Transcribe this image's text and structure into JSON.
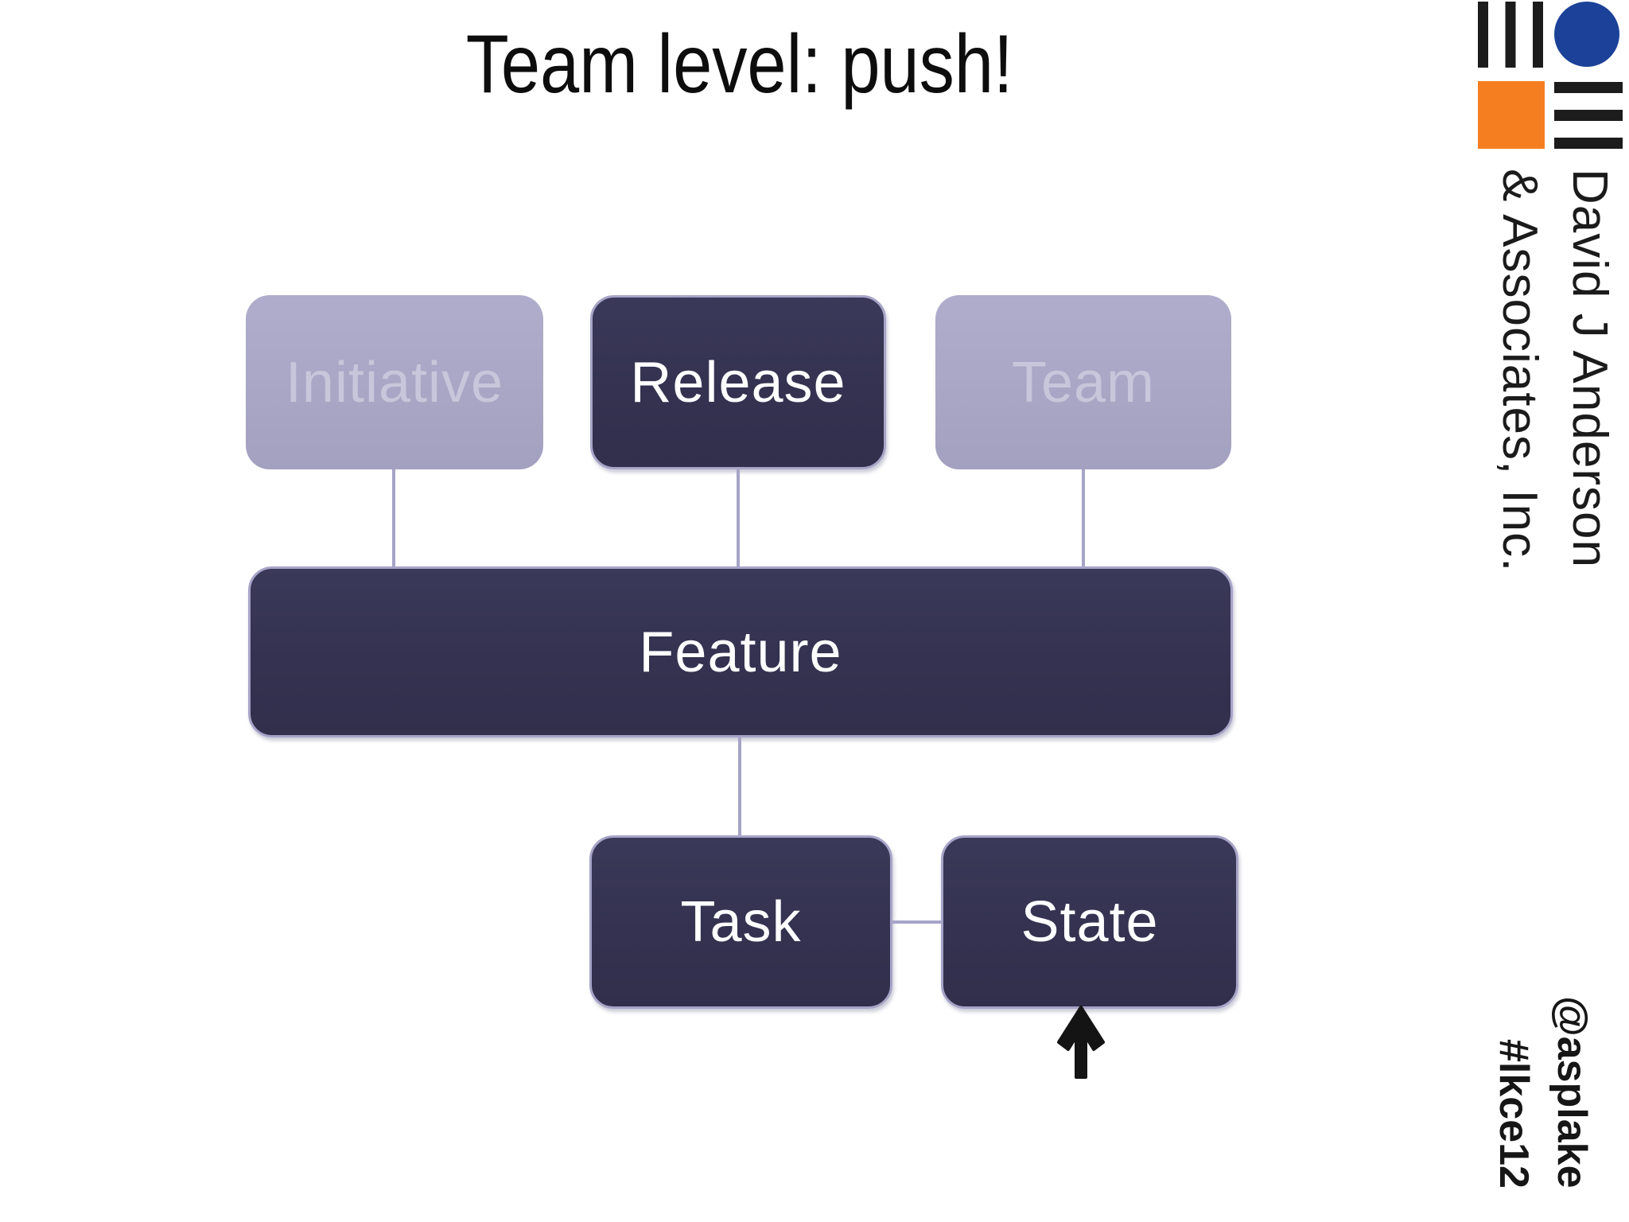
{
  "slide": {
    "title": "Team level: push!",
    "background_color": "#ffffff"
  },
  "diagram": {
    "nodes": [
      {
        "id": "initiative",
        "label": "Initiative",
        "emphasis": "muted"
      },
      {
        "id": "release",
        "label": "Release",
        "emphasis": "highlighted"
      },
      {
        "id": "team",
        "label": "Team",
        "emphasis": "muted"
      },
      {
        "id": "feature",
        "label": "Feature",
        "emphasis": "highlighted"
      },
      {
        "id": "task",
        "label": "Task",
        "emphasis": "highlighted"
      },
      {
        "id": "state",
        "label": "State",
        "emphasis": "highlighted"
      }
    ],
    "connections": [
      {
        "from": "initiative",
        "to": "feature"
      },
      {
        "from": "release",
        "to": "feature"
      },
      {
        "from": "team",
        "to": "feature"
      },
      {
        "from": "feature",
        "to": "task"
      },
      {
        "from": "task",
        "to": "state"
      }
    ],
    "annotation_arrow": {
      "points_to": "state",
      "direction": "up",
      "color": "#141414"
    },
    "colors": {
      "highlighted_fill": "#343250",
      "muted_fill": "#a8a6c4",
      "highlighted_text": "#ffffff",
      "muted_text": "#c8c6db",
      "border_and_connector": "#a7a4c8"
    }
  },
  "branding": {
    "company_name_line1": "David J Anderson",
    "company_name_line2": "& Associates, Inc.",
    "logo_colors": {
      "bars": "#1c1c1c",
      "circle": "#1b4298",
      "square": "#f57e20"
    }
  },
  "footer": {
    "twitter_handle": "@asplake",
    "hashtag": "#lkce12"
  }
}
